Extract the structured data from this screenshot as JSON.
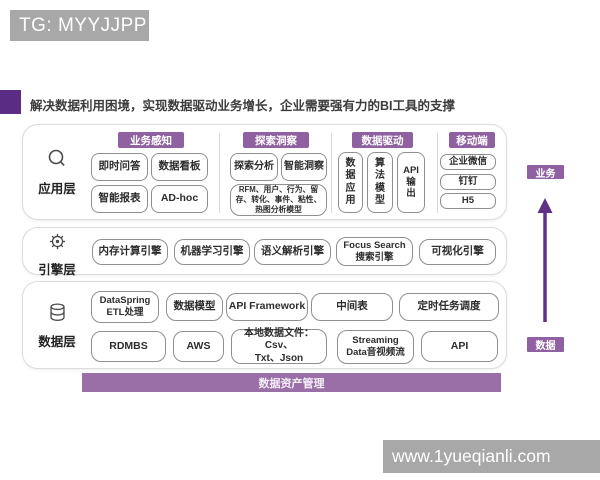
{
  "page": {
    "tg_badge": "TG: MYYJJPP",
    "title": "解决数据利用困境，实现数据驱动业务增长，企业需要强有力的BI工具的支撑",
    "watermark": "www.1yueqianli.com"
  },
  "diagram": {
    "app_layer": {
      "label": "应用层",
      "icon": "magnifier-icon",
      "sections": [
        {
          "title": "业务感知",
          "items": [
            "即时问答",
            "数据看板",
            "智能报表",
            "AD-hoc"
          ]
        },
        {
          "title": "探索洞察",
          "items": [
            "探索分析",
            "智能洞察",
            "RFM、用户、行为、留存、转化、事件、粘性、热图分析模型"
          ]
        },
        {
          "title": "数据驱动",
          "items": [
            "数\n据\n应\n用",
            "算\n法\n模\n型",
            "API\n输\n出"
          ]
        },
        {
          "title": "移动端",
          "items": [
            "企业微信",
            "钉钉",
            "H5"
          ]
        }
      ]
    },
    "engine_layer": {
      "label": "引擎层",
      "icon": "gear-icon",
      "items": [
        "内存计算引擎",
        "机器学习引擎",
        "语义解析引擎",
        "Focus Search\n搜索引擎",
        "可视化引擎"
      ]
    },
    "data_layer": {
      "label": "数据层",
      "icon": "database-icon",
      "row1": [
        "DataSpring\nETL处理",
        "数据模型",
        "API Framework",
        "中间表",
        "定时任务调度"
      ],
      "row2": [
        "RDMBS",
        "AWS",
        "本地数据文件：Csv、\nTxt、Json",
        "Streaming\nData音视频流",
        "API"
      ]
    },
    "bottom_bar": "数据资产管理",
    "axis": {
      "top_label": "业务",
      "bottom_label": "数据",
      "icon": "arrow-up-icon"
    }
  },
  "colors": {
    "purple_dark": "#5b2c83",
    "purple_header": "#8f61a1",
    "purple_bar": "#9a6ea6",
    "purple_arrow": "#5e3187",
    "gray_badge": "#a8a8a8"
  }
}
